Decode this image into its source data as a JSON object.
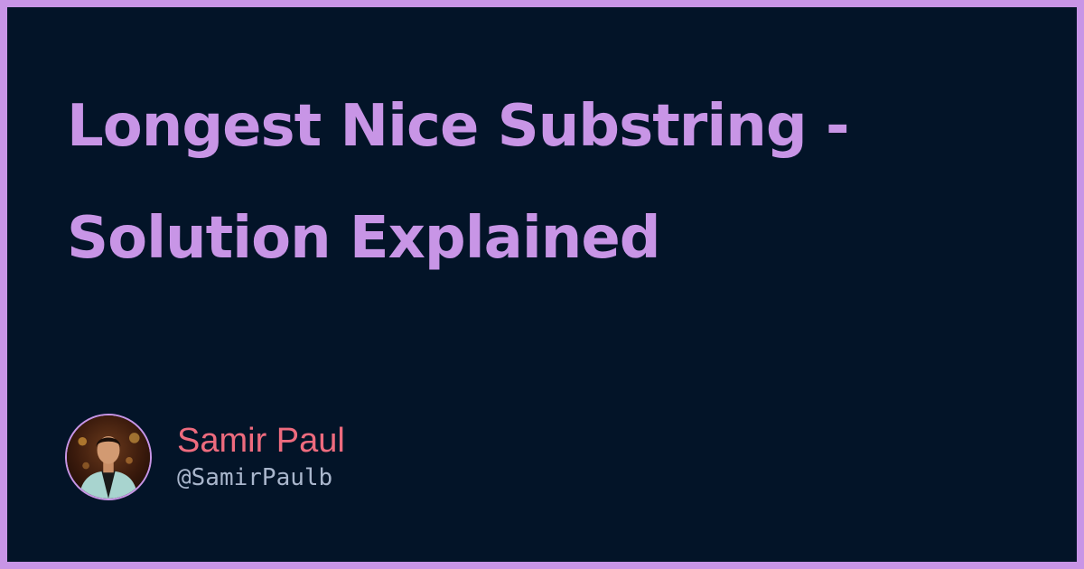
{
  "title": "Longest Nice Substring - Solution Explained",
  "author": {
    "name": "Samir Paul",
    "handle": "@SamirPaulb",
    "avatar_icon": "person-photo-avatar"
  },
  "colors": {
    "frame": "#c895e6",
    "background": "#031428",
    "title": "#c895e6",
    "author_name": "#ee6b7e",
    "author_handle": "#a9b6cc"
  }
}
